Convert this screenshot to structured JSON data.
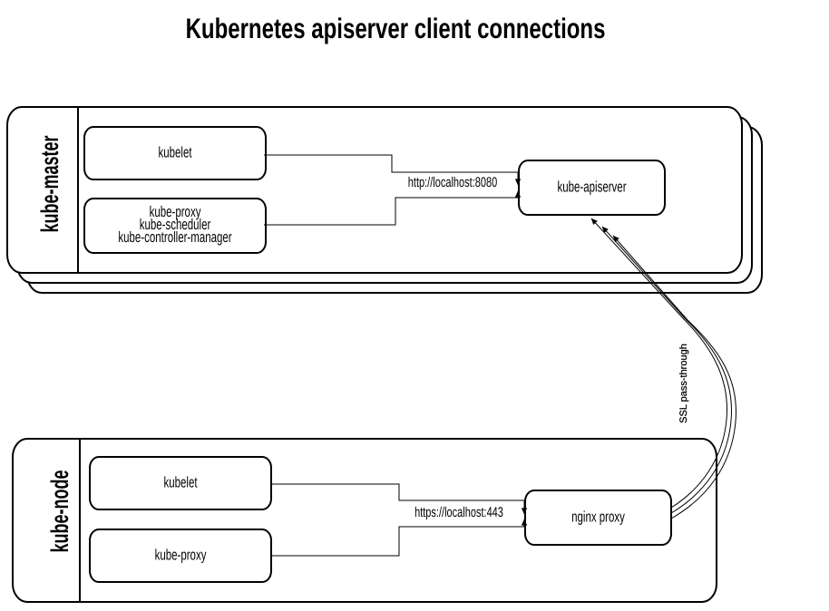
{
  "title": "Kubernetes apiserver client connections",
  "colors": {
    "line": "#000000",
    "fill": "#ffffff"
  },
  "master": {
    "label": "kube-master",
    "kubelet": "kubelet",
    "services": [
      "kube-proxy",
      "kube-scheduler",
      "kube-controller-manager"
    ],
    "apiserver": "kube-apiserver",
    "connection_label": "http://localhost:8080"
  },
  "node": {
    "label": "kube-node",
    "kubelet": "kubelet",
    "proxy": "kube-proxy",
    "nginx": "nginx proxy",
    "connection_label": "https://localhost:443"
  },
  "ssl_label": "SSL pass-through"
}
